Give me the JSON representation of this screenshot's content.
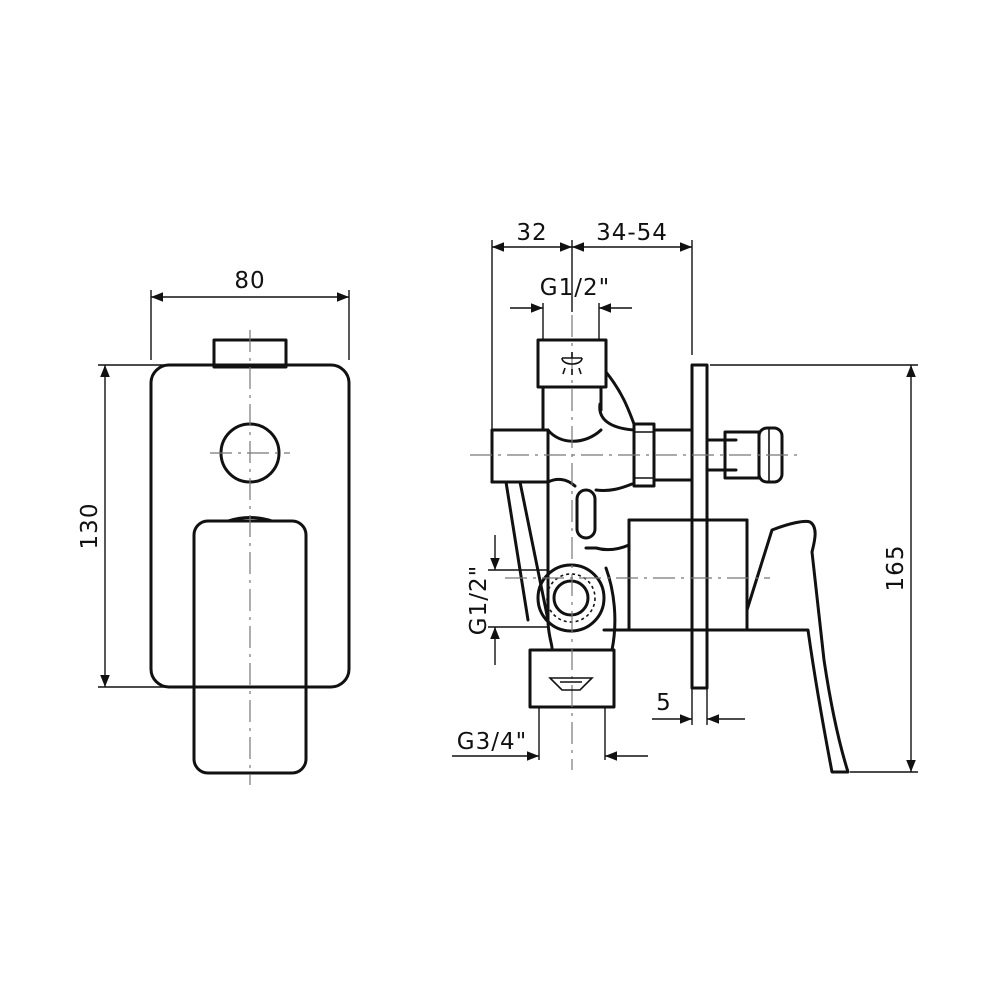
{
  "front_view": {
    "width_label": "80",
    "height_label": "130"
  },
  "side_view": {
    "inlet_depth_label": "32",
    "wall_depth_label": "34-54",
    "shower_outlet_label": "G1/2\"",
    "inlet_thread_label": "G1/2\"",
    "bath_outlet_label": "G3/4\"",
    "plate_thickness_label": "5",
    "overall_height_label": "165"
  },
  "icons": [
    "shower-head-icon",
    "bath-spout-icon"
  ]
}
